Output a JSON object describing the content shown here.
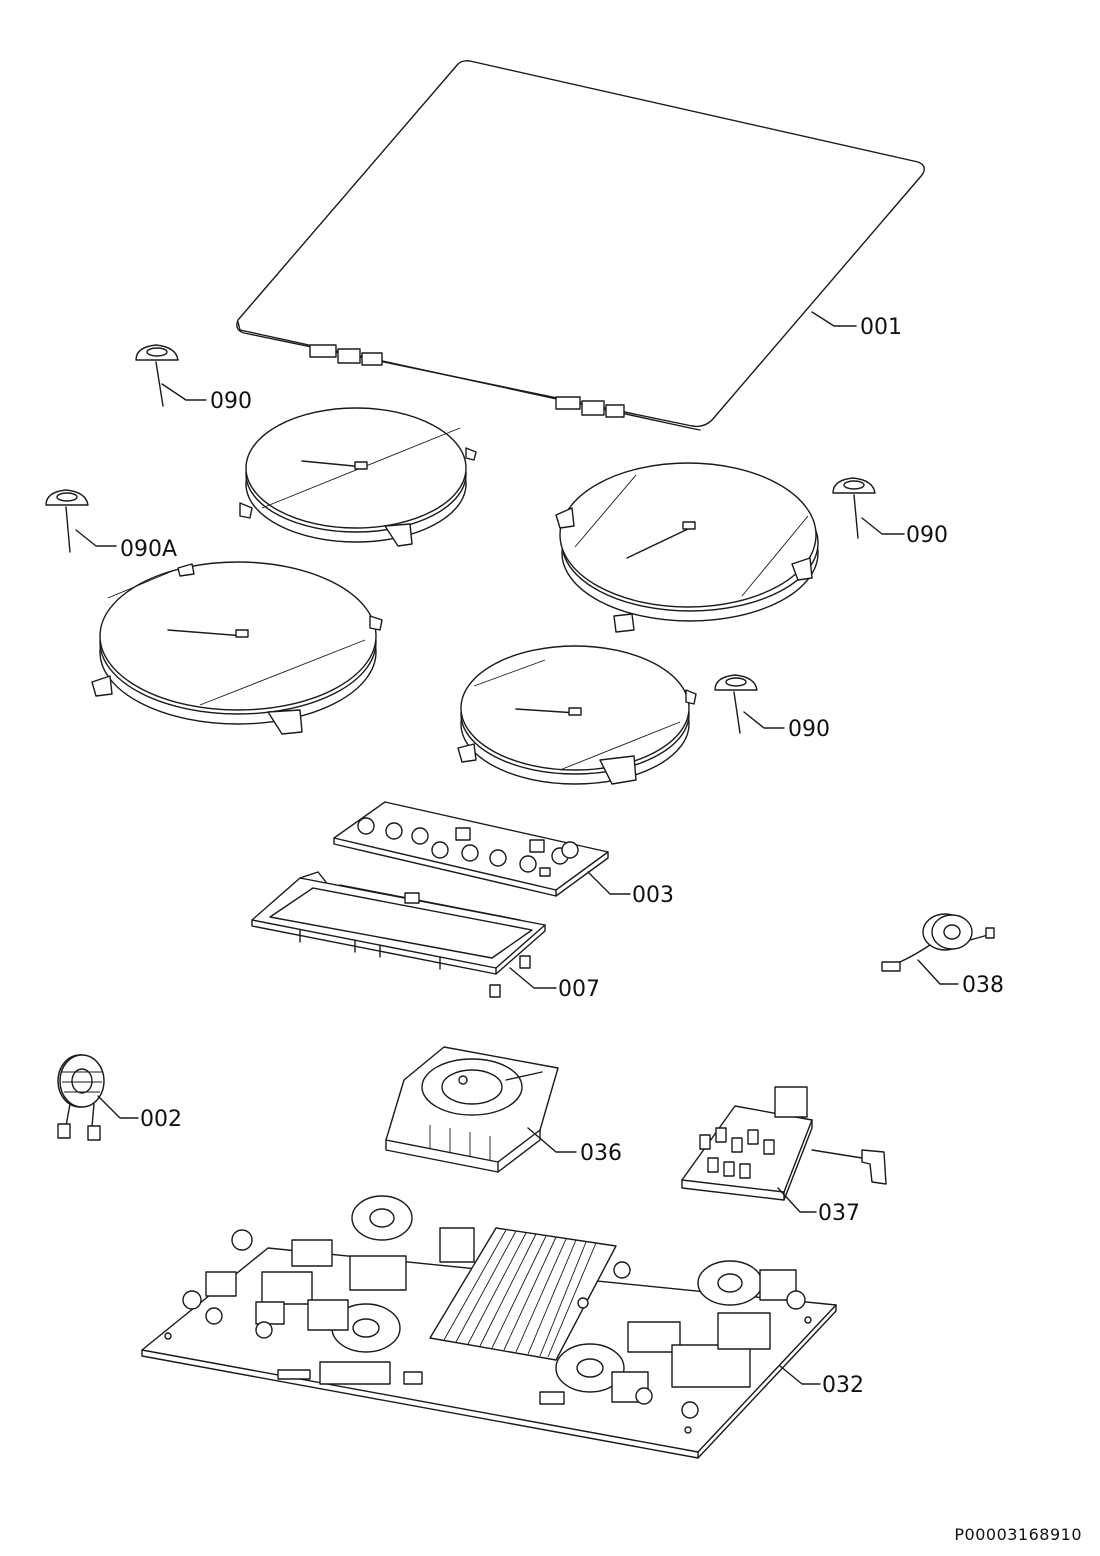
{
  "parts": [
    {
      "id": "part-001",
      "label": "001"
    },
    {
      "id": "part-090-top-left",
      "label": "090"
    },
    {
      "id": "part-090a",
      "label": "090A"
    },
    {
      "id": "part-090-right",
      "label": "090"
    },
    {
      "id": "part-090-middle",
      "label": "090"
    },
    {
      "id": "part-003",
      "label": "003"
    },
    {
      "id": "part-007",
      "label": "007"
    },
    {
      "id": "part-038",
      "label": "038"
    },
    {
      "id": "part-002",
      "label": "002"
    },
    {
      "id": "part-036",
      "label": "036"
    },
    {
      "id": "part-037",
      "label": "037"
    },
    {
      "id": "part-032",
      "label": "032"
    }
  ],
  "reference_code": "P00003168910",
  "colors": {
    "line": "#1a1a1a",
    "background": "#ffffff"
  }
}
